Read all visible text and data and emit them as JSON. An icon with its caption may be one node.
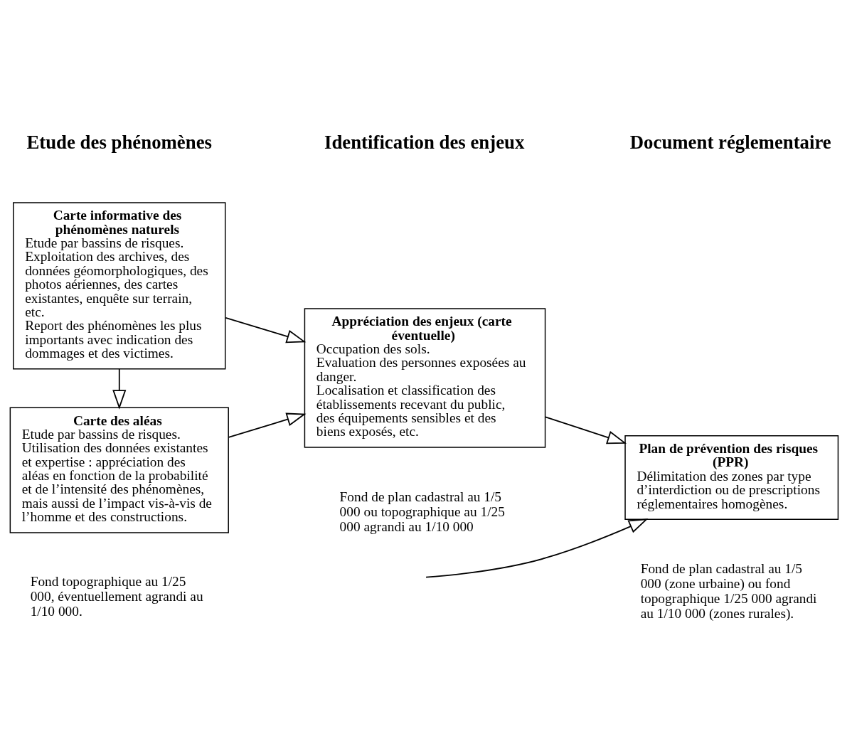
{
  "diagram": {
    "nodes": [
      {
        "text": [
          "Carte informative des phénomènes naturels",
          "Etude par bassins de risques. Exploitation des archives, des données géomorphologiques, des photos aériennes, des cartes existantes, enquête sur terrain, etc.",
          "Report des phénomènes les plus importants avec indication des dommages et des victimes."
        ]
      },
      {
        "text": [
          "Carte des aléas",
          "Etude par bassins de risques. Utilisation des données existantes et expertise : appréciation des aléas en fonction de la probabilité et de l’intensité des phénomènes, mais aussi de l’impact vis-à-vis de l’homme et des constructions."
        ],
        "beside": [
          "Fond topographique au 1/25 000, éventuellement agrandi au 1/10 000."
        ]
      },
      {
        "text": [
          "Appréciation des enjeux (carte éventuelle)",
          "Occupation des sols.",
          "Evaluation des personnes exposées au danger.",
          "Localisation et classification des établissements recevant du public, des équipements sensibles et des biens exposés, etc."
        ],
        "beside": [
          "Fond de plan cadastral au 1/5 000 ou topographique au 1/25 000 agrandi au 1/10 000"
        ]
      },
      {
        "text": [
          "Plan de prévention des risques (PPR)",
          "Délimitation des zones par type d’interdiction ou de prescriptions réglementaires homogènes."
        ],
        "beside": [
          "Fond de plan cadastral au 1/5 000 (zone urbaine) ou fond topographique 1/25 000 agrandi au 1/10 000 (zones rurales)."
        ]
      }
    ],
    "edges": [
      {
        "from": 0,
        "to": 1,
        "arrow": "to"
      },
      {
        "from": 0,
        "to": 2,
        "arrow": "to"
      },
      {
        "from": 1,
        "to": 2,
        "arrow": "to"
      },
      {
        "from": null,
        "to": 3,
        "arrow": "to"
      },
      {
        "from": 2,
        "to": 3,
        "arrow": "to"
      }
    ],
    "labels": [
      "Etude des phénomènes",
      "Identification des enjeux",
      "Document réglementaire"
    ]
  }
}
